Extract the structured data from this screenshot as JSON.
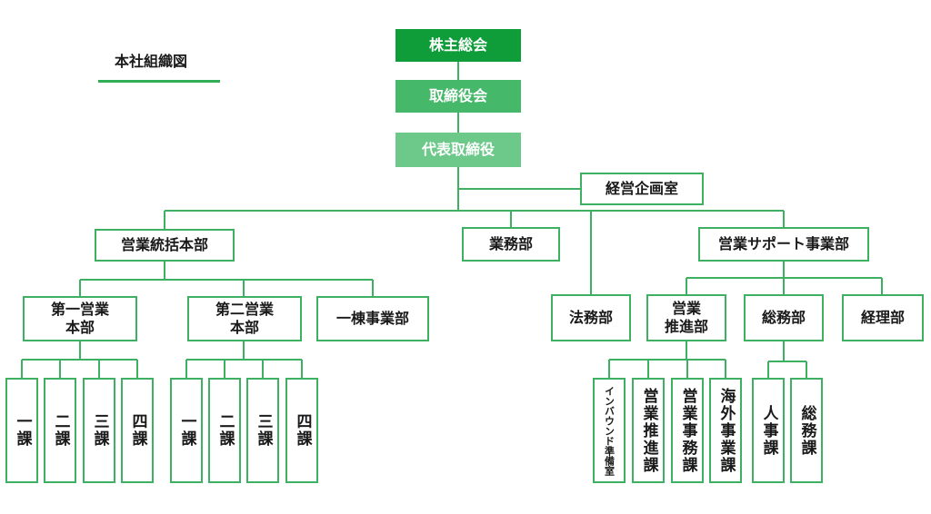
{
  "title": "本社組織図",
  "colors": {
    "accent": "#2fae55",
    "line": "#3db062",
    "top1": "#0f9d3a",
    "top2": "#45b86a",
    "top3": "#6cc98a"
  },
  "nodes": {
    "shareholders": "株主総会",
    "board": "取締役会",
    "ceo": "代表取締役",
    "corporate_planning": "経営企画室",
    "sales_hq": "営業統括本部",
    "business": "業務部",
    "sales_support": "営業サポート事業部",
    "sales1": "第一営業\n本部",
    "sales2": "第二営業\n本部",
    "ikkomu": "一棟事業部",
    "legal": "法務部",
    "sales_promo": "営業\n推進部",
    "general_affairs": "総務部",
    "accounting": "経理部",
    "s1_sec1": "一課",
    "s1_sec2": "二課",
    "s1_sec3": "三課",
    "s1_sec4": "四課",
    "s2_sec1": "一課",
    "s2_sec2": "二課",
    "s2_sec3": "三課",
    "s2_sec4": "四課",
    "inbound": "インバウンド準備室",
    "sales_promo_sec": "営業推進課",
    "sales_admin_sec": "営業事務課",
    "overseas_sec": "海外事業課",
    "hr_sec": "人事課",
    "ga_sec": "総務課"
  }
}
